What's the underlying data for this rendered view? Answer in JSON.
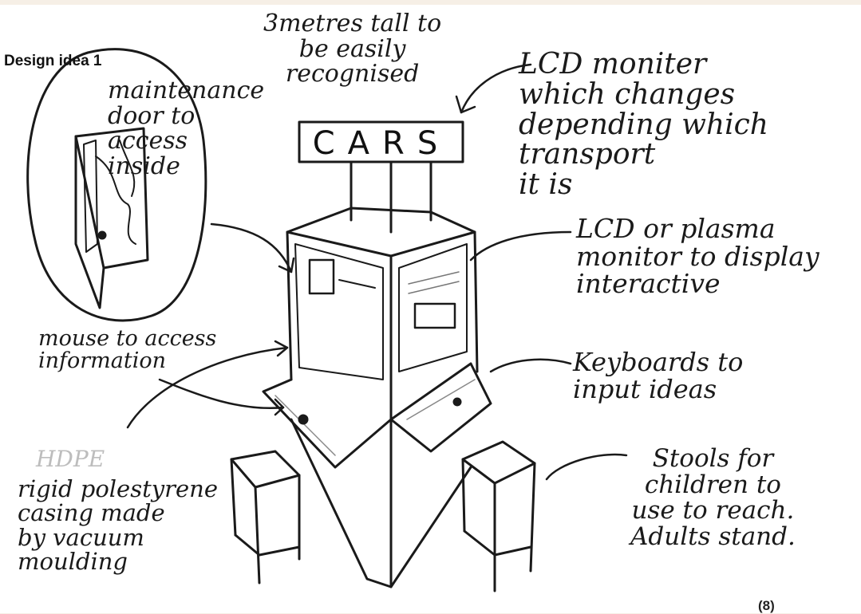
{
  "title": "Design idea 1",
  "page_number": "(8)",
  "sign_text": "CARS",
  "annotations": {
    "height": "3metres tall to\nbe easily\nrecognised",
    "lcd_monitor": "LCD moniter\nwhich changes\ndepending which transport\nit is",
    "door": "maintenance\ndoor to\naccess\ninside",
    "plasma": "LCD or plasma\nmonitor to display\ninteractive",
    "mouse": "mouse to access\ninformation",
    "keyboards": "Keyboards to\ninput ideas",
    "hdpe": "HDPE",
    "casing": "rigid polestyrene\ncasing made\nby vacuum\nmoulding",
    "stools": "Stools for\nchildren to\nuse to reach.\nAdults stand."
  }
}
